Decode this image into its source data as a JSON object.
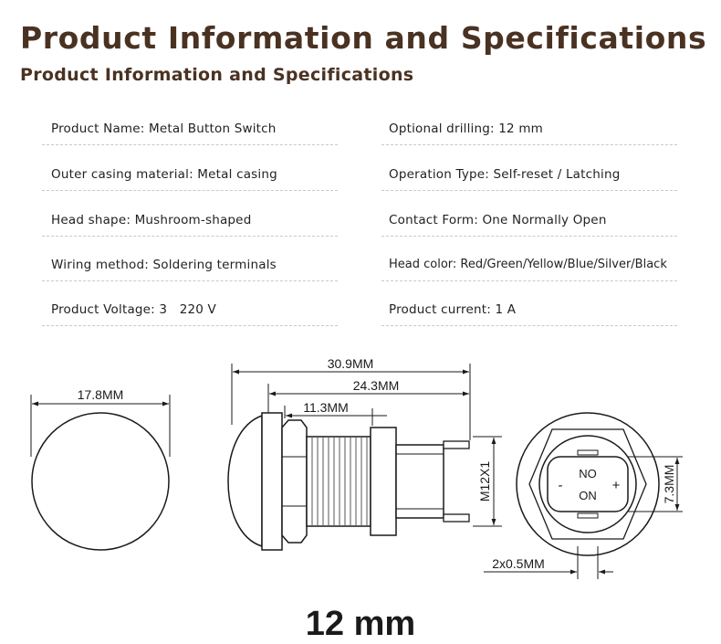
{
  "header": {
    "title": "Product Information and Specifications",
    "subtitle": "Product Information and Specifications"
  },
  "specs": {
    "rows": [
      {
        "left": "Product Name: Metal Button Switch",
        "right": "Optional drilling: 12 mm"
      },
      {
        "left": "Outer casing material: Metal casing",
        "right": "Operation Type: Self-reset / Latching"
      },
      {
        "left": "Head shape: Mushroom-shaped",
        "right": "Contact Form: One Normally Open"
      },
      {
        "left": "Wiring method: Soldering terminals",
        "right": "Head color: Red/Green/Yellow/Blue/Silver/Black"
      },
      {
        "left": "Product Voltage: 3   220 V",
        "right": "Product current: 1 A"
      }
    ]
  },
  "drawing": {
    "dim_head_diameter": "17.8MM",
    "dim_total_length": "30.9MM",
    "dim_body_length": "24.3MM",
    "dim_head_to_nut": "11.3MM",
    "dim_thread": "M12X1",
    "dim_pin_spacing": "7.3MM",
    "dim_pin_size": "2x0.5MM",
    "terminal_no": "NO",
    "terminal_on": "ON",
    "terminal_minus": "-",
    "terminal_plus": "+"
  },
  "footer": {
    "size_label": "12 mm"
  },
  "colors": {
    "title": "#4a3222",
    "text": "#222222",
    "line": "#1a1a1a",
    "rule": "#c8c8c8"
  }
}
